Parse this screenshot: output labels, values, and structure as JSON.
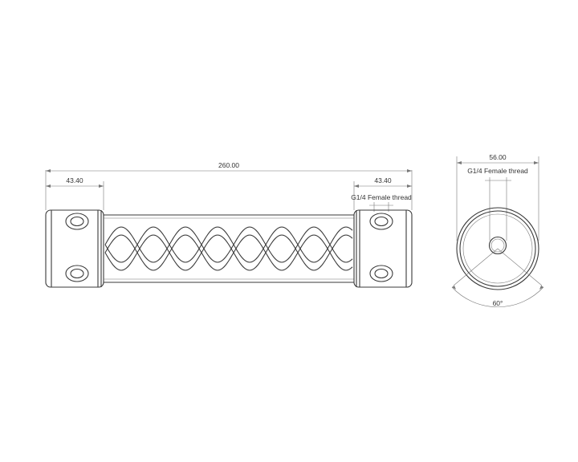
{
  "side_view": {
    "overall_length": "260.00",
    "left_cap_length": "43.40",
    "right_cap_length": "43.40",
    "thread_note": "G1/4 Female thread"
  },
  "end_view": {
    "diameter": "56.00",
    "thread_note": "G1/4 Female thread",
    "angle": "60°"
  },
  "colors": {
    "line": "#3a3a3a",
    "dimension": "#555555"
  }
}
